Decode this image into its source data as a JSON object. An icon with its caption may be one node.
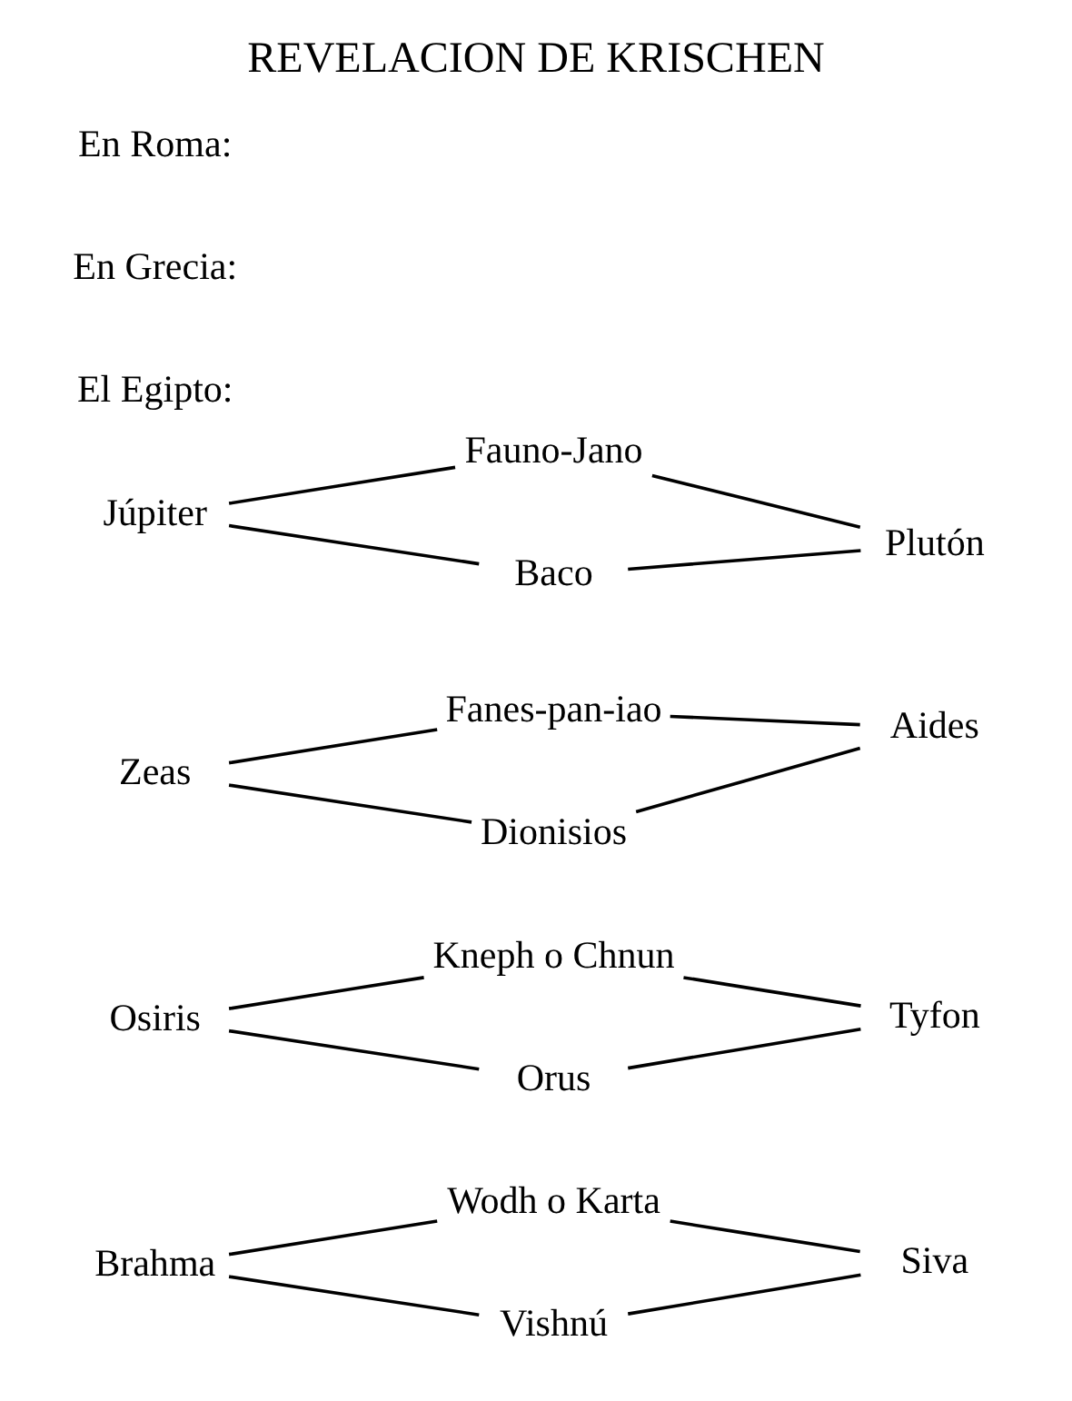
{
  "diagram": {
    "title": "REVELACION DE KRISCHEN",
    "nodes": [
      {
        "text": [
          "Wodh o Karta"
        ]
      },
      {
        "text": [
          "Brahma"
        ]
      },
      {
        "text": [
          "Siva"
        ]
      },
      {
        "text": [
          "Vishnú"
        ]
      },
      {
        "text": [
          "Kneph o Chnun"
        ]
      },
      {
        "text": [
          "Osiris"
        ]
      },
      {
        "text": [
          "Tyfon"
        ]
      },
      {
        "text": [
          "Orus"
        ]
      },
      {
        "text": [
          "Fanes-pan-iao"
        ]
      },
      {
        "text": [
          "Zeas"
        ]
      },
      {
        "text": [
          "Aides"
        ]
      },
      {
        "text": [
          "Dionisios"
        ]
      },
      {
        "text": [
          "Fauno-Jano"
        ]
      },
      {
        "text": [
          "Júpiter"
        ]
      },
      {
        "text": [
          "Plutón"
        ]
      },
      {
        "text": [
          "Baco"
        ]
      }
    ],
    "edges": [
      {
        "from": 1,
        "to": 0,
        "arrow": "none"
      },
      {
        "from": 1,
        "to": 3,
        "arrow": "none"
      },
      {
        "from": 0,
        "to": 2,
        "arrow": "none"
      },
      {
        "from": 3,
        "to": 2,
        "arrow": "none"
      },
      {
        "from": 5,
        "to": 4,
        "arrow": "none"
      },
      {
        "from": 5,
        "to": 7,
        "arrow": "none"
      },
      {
        "from": 4,
        "to": 6,
        "arrow": "none"
      },
      {
        "from": 7,
        "to": 6,
        "arrow": "none"
      },
      {
        "from": 9,
        "to": 8,
        "arrow": "none"
      },
      {
        "from": 9,
        "to": 11,
        "arrow": "none"
      },
      {
        "from": 8,
        "to": 10,
        "arrow": "none"
      },
      {
        "from": 11,
        "to": 10,
        "arrow": "none"
      },
      {
        "from": 13,
        "to": 12,
        "arrow": "none"
      },
      {
        "from": 13,
        "to": 15,
        "arrow": "none"
      },
      {
        "from": 12,
        "to": 14,
        "arrow": "none"
      },
      {
        "from": 15,
        "to": 14,
        "arrow": "none"
      }
    ],
    "labels": [
      "El Egipto:",
      "En Grecia:",
      "En Roma:"
    ]
  }
}
